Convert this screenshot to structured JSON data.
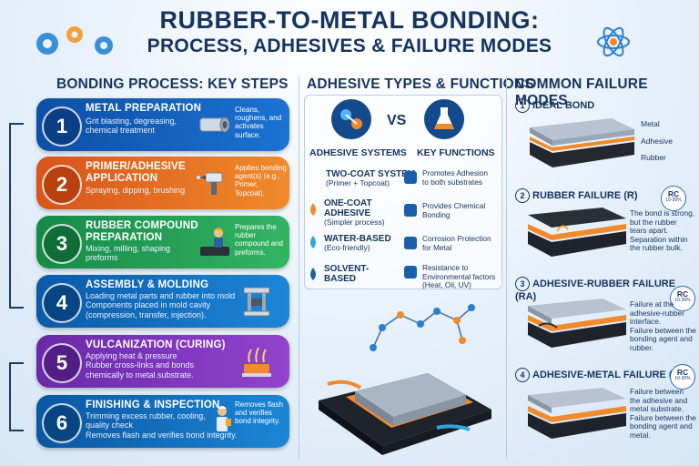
{
  "header": {
    "title_line1": "RUBBER-TO-METAL BONDING:",
    "title_line2": "PROCESS, ADHESIVES & FAILURE MODES"
  },
  "process": {
    "heading": "BONDING PROCESS: KEY STEPS",
    "steps": [
      {
        "num": "1",
        "title": "METAL PREPARATION",
        "desc": "Grit blasting, degreasing,\nchemical treatment",
        "side": "Cleans, roughens, and activates surface."
      },
      {
        "num": "2",
        "title": "PRIMER/ADHESIVE\nAPPLICATION",
        "desc": "Spraying, dipping, brushing",
        "side": "Applies bonding agent(s) (e.g., Primer, Topcoat)."
      },
      {
        "num": "3",
        "title": "RUBBER COMPOUND\nPREPARATION",
        "desc": "Mixing, milling, shaping\npreforms",
        "side": "Prepares the rubber compound and preforms."
      },
      {
        "num": "4",
        "title": "ASSEMBLY & MOLDING",
        "desc": "Loading metal parts and rubber into mold\nComponents placed in mold cavity\n(compression, transfer, injection).",
        "side": ""
      },
      {
        "num": "5",
        "title": "VULCANIZATION (CURING)",
        "desc": "Applying heat & pressure\nRubber cross-links and bonds\nchemically to metal substrate.",
        "side": ""
      },
      {
        "num": "6",
        "title": "FINISHING & INSPECTION",
        "desc": "Trimming excess rubber, cooling,\nquality check\nRemoves flash and verifies bond integrity.",
        "side": "Removes flash and verifies bond integrity."
      }
    ]
  },
  "adhesives": {
    "heading": "ADHESIVE TYPES & FUNCTIONS",
    "vs": "VS",
    "systems_label": "ADHESIVE SYSTEMS",
    "functions_label": "KEY FUNCTIONS",
    "types": [
      {
        "name": "TWO-COAT SYSTEM",
        "sub": "(Primer + Topcoat)"
      },
      {
        "name": "ONE-COAT\nADHESIVE",
        "sub": "(Simpler process)"
      },
      {
        "name": "WATER-BASED",
        "sub": "(Eco-friendly)"
      },
      {
        "name": "SOLVENT-\nBASED",
        "sub": ""
      }
    ],
    "functions": [
      "Promotes Adhesion\nto both substrates",
      "Provides Chemical\nBonding",
      "Corrosion Protection\nfor Metal",
      "Resistance to\nEnvironmental factors\n(Heat, Oil, UV)"
    ]
  },
  "failures": {
    "heading": "COMMON FAILURE MODES",
    "modes": [
      {
        "num": "1",
        "title": "IDEAL BOND",
        "text": ""
      },
      {
        "num": "2",
        "title": "RUBBER FAILURE (R)",
        "text": "The bond is strong,\nbut the rubber\ntears apart.\nSeparation within\nthe rubber bulk.",
        "rc": "RC",
        "rc_sub": "10-30%"
      },
      {
        "num": "3",
        "title": "ADHESIVE-RUBBER FAILURE (RA)",
        "text": "Failure at the\nadhesive-rubber\ninterface.\nFailure between the\nbonding agent and\nrubber.",
        "rc": "RC",
        "rc_sub": "10-30%"
      },
      {
        "num": "4",
        "title": "ADHESIVE-METAL FAILURE (MA)",
        "text": "Failure between\nthe adhesive and\nmetal substrate.\nFailure between the\nbonding agent and\nmetal.",
        "rc": "RC",
        "rc_sub": "10-30%"
      }
    ],
    "layer_labels": [
      "Metal",
      "Adhesive",
      "Rubber"
    ]
  },
  "colors": {
    "navy": "#16345f",
    "accent_orange": "#f08a2a",
    "accent_green": "#33b463",
    "accent_purple": "#9243cf",
    "accent_blue": "#1b73d2"
  },
  "icons": [
    "gear-icon",
    "atom-icon",
    "pipe-icon",
    "spray-gun-icon",
    "worker-icon",
    "mold-press-icon",
    "heat-icon",
    "inspector-icon",
    "molecule-icon",
    "flask-icon",
    "drop-icon",
    "shield-icon"
  ]
}
